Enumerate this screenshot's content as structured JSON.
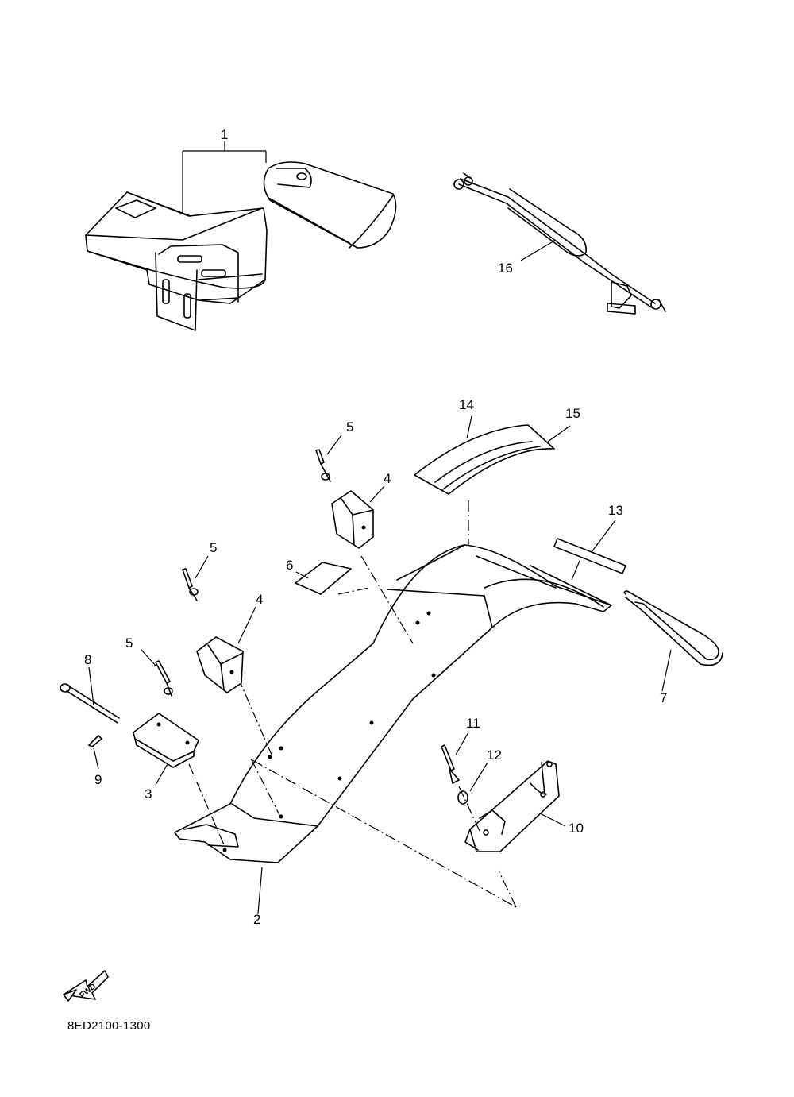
{
  "callouts": [
    "1",
    "2",
    "3",
    "4",
    "4",
    "5",
    "5",
    "5",
    "6",
    "7",
    "8",
    "9",
    "10",
    "11",
    "12",
    "13",
    "14",
    "15",
    "16"
  ],
  "fwd_label": "FWD",
  "diagram_code": "8ED2100-1300"
}
